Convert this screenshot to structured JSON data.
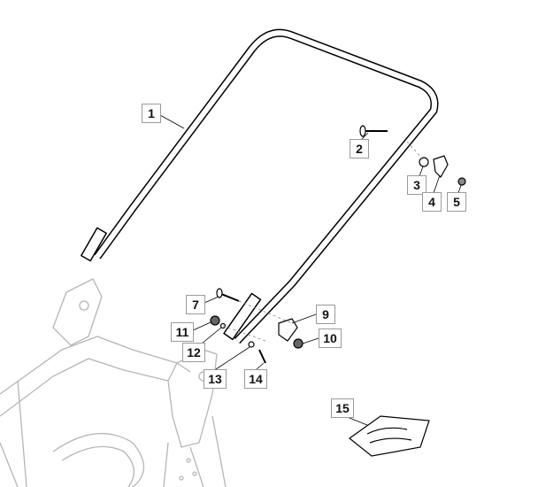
{
  "diagram": {
    "callouts": [
      {
        "id": "c1",
        "label": "1"
      },
      {
        "id": "c2",
        "label": "2"
      },
      {
        "id": "c3",
        "label": "3"
      },
      {
        "id": "c4",
        "label": "4"
      },
      {
        "id": "c5",
        "label": "5"
      },
      {
        "id": "c7",
        "label": "7"
      },
      {
        "id": "c9",
        "label": "9"
      },
      {
        "id": "c10",
        "label": "10"
      },
      {
        "id": "c11",
        "label": "11"
      },
      {
        "id": "c12",
        "label": "12"
      },
      {
        "id": "c13",
        "label": "13"
      },
      {
        "id": "c14",
        "label": "14"
      },
      {
        "id": "c15",
        "label": "15"
      }
    ]
  }
}
